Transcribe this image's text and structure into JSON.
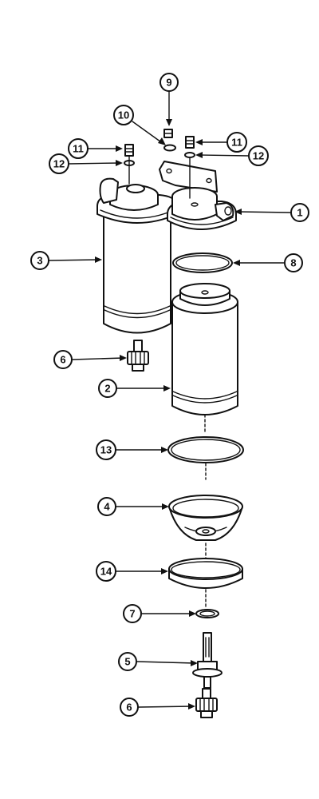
{
  "diagram": {
    "callouts": [
      {
        "id": "c1",
        "label": "1"
      },
      {
        "id": "c2",
        "label": "2"
      },
      {
        "id": "c3",
        "label": "3"
      },
      {
        "id": "c4",
        "label": "4"
      },
      {
        "id": "c5",
        "label": "5"
      },
      {
        "id": "c6a",
        "label": "6"
      },
      {
        "id": "c6b",
        "label": "6"
      },
      {
        "id": "c7",
        "label": "7"
      },
      {
        "id": "c8",
        "label": "8"
      },
      {
        "id": "c9",
        "label": "9"
      },
      {
        "id": "c10",
        "label": "10"
      },
      {
        "id": "c11a",
        "label": "11"
      },
      {
        "id": "c11b",
        "label": "11"
      },
      {
        "id": "c12a",
        "label": "12"
      },
      {
        "id": "c12b",
        "label": "12"
      },
      {
        "id": "c13",
        "label": "13"
      },
      {
        "id": "c14",
        "label": "14"
      }
    ]
  }
}
